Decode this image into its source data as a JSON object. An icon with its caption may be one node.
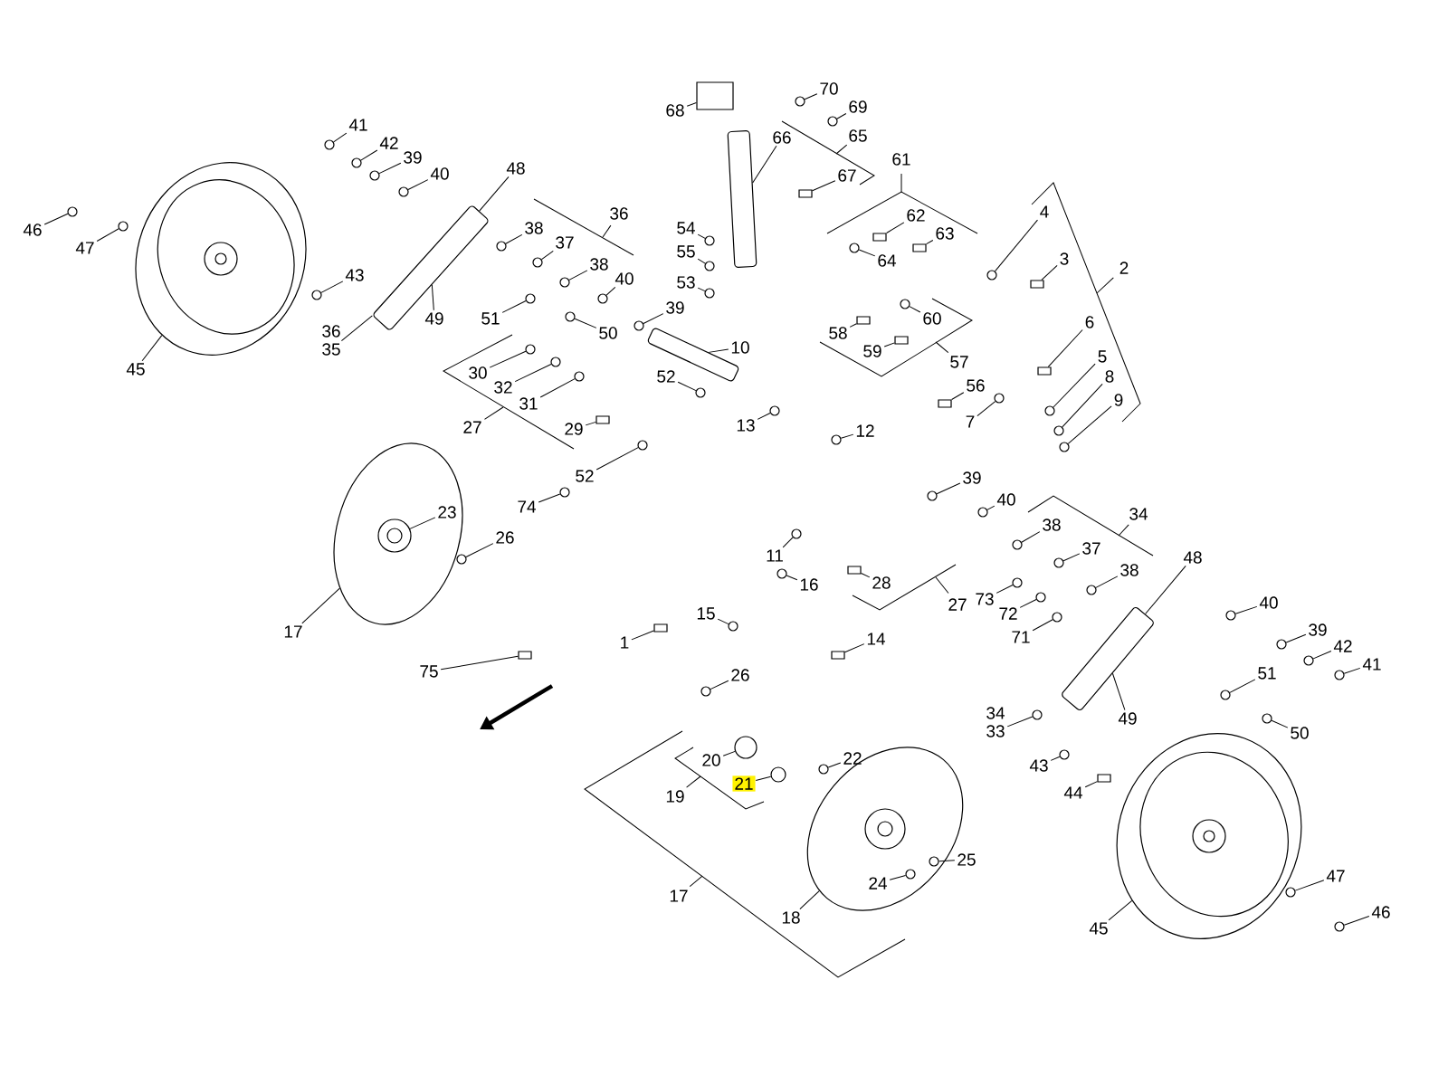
{
  "diagram": {
    "nodes": [
      {
        "text": [],
        "shape": "box"
      },
      {
        "text": [],
        "shape": "bar"
      },
      {
        "text": [],
        "shape": "bar"
      },
      {
        "text": [],
        "shape": "circle"
      },
      {
        "text": [],
        "shape": "circle"
      },
      {
        "text": [],
        "shape": "circle",
        "in": 4
      },
      {
        "text": [],
        "shape": "bar"
      },
      {
        "text": [],
        "shape": "bar"
      },
      {
        "text": [],
        "shape": "circle"
      },
      {
        "text": [],
        "shape": "circle"
      },
      {
        "text": [
          "70"
        ]
      },
      {
        "text": [
          "69"
        ]
      },
      {
        "text": [
          "68"
        ]
      },
      {
        "text": [
          "41"
        ]
      },
      {
        "text": [
          "66"
        ]
      },
      {
        "text": [
          "42"
        ]
      },
      {
        "text": [
          "39"
        ]
      },
      {
        "text": [
          "48"
        ]
      },
      {
        "text": [
          "40"
        ]
      },
      {
        "text": [
          "67"
        ]
      },
      {
        "text": [
          "4"
        ]
      },
      {
        "text": [
          "62"
        ]
      },
      {
        "text": [
          "54"
        ]
      },
      {
        "text": [
          "38"
        ]
      },
      {
        "text": [
          "46"
        ]
      },
      {
        "text": [
          "63"
        ]
      },
      {
        "text": [
          "37"
        ]
      },
      {
        "text": [
          "47"
        ]
      },
      {
        "text": [
          "55"
        ]
      },
      {
        "text": [
          "3"
        ]
      },
      {
        "text": [
          "64"
        ]
      },
      {
        "text": [
          "38"
        ]
      },
      {
        "text": [
          "43"
        ]
      },
      {
        "text": [
          "40"
        ]
      },
      {
        "text": [
          "53"
        ]
      },
      {
        "text": [
          "39"
        ]
      },
      {
        "text": [
          "60"
        ]
      },
      {
        "text": [
          "49"
        ]
      },
      {
        "text": [
          "51"
        ]
      },
      {
        "text": [
          "6"
        ]
      },
      {
        "text": [
          "35"
        ]
      },
      {
        "text": [
          "50"
        ]
      },
      {
        "text": [
          "58"
        ]
      },
      {
        "text": [
          "10"
        ]
      },
      {
        "text": [
          "59"
        ]
      },
      {
        "text": [
          "5"
        ]
      },
      {
        "text": [
          "45"
        ]
      },
      {
        "text": [
          "30"
        ]
      },
      {
        "text": [
          "52"
        ]
      },
      {
        "text": [
          "8"
        ]
      },
      {
        "text": [
          "56"
        ]
      },
      {
        "text": [
          "32"
        ]
      },
      {
        "text": [
          "9"
        ]
      },
      {
        "text": [
          "31"
        ]
      },
      {
        "text": [
          "7"
        ]
      },
      {
        "text": [
          "13"
        ]
      },
      {
        "text": [
          "29"
        ]
      },
      {
        "text": [
          "12"
        ]
      },
      {
        "text": [
          "52"
        ]
      },
      {
        "text": [
          "39"
        ]
      },
      {
        "text": [
          "40"
        ]
      },
      {
        "text": [
          "74"
        ]
      },
      {
        "text": [
          "23"
        ],
        "in": 4
      },
      {
        "text": [
          "38"
        ]
      },
      {
        "text": [
          "26"
        ]
      },
      {
        "text": [
          "37"
        ]
      },
      {
        "text": [
          "11"
        ]
      },
      {
        "text": [
          "48"
        ]
      },
      {
        "text": [
          "38"
        ]
      },
      {
        "text": [
          "28"
        ]
      },
      {
        "text": [
          "16"
        ]
      },
      {
        "text": [
          "73"
        ]
      },
      {
        "text": [
          "40"
        ]
      },
      {
        "text": [
          "15"
        ]
      },
      {
        "text": [
          "72"
        ]
      },
      {
        "text": [
          "39"
        ]
      },
      {
        "text": [
          "17"
        ]
      },
      {
        "text": [
          "71"
        ]
      },
      {
        "text": [
          "14"
        ]
      },
      {
        "text": [
          "1"
        ]
      },
      {
        "text": [
          "42"
        ]
      },
      {
        "text": [
          "41"
        ]
      },
      {
        "text": [
          "75"
        ]
      },
      {
        "text": [
          "51"
        ]
      },
      {
        "text": [
          "26"
        ]
      },
      {
        "text": [
          "49"
        ]
      },
      {
        "text": [
          "33"
        ]
      },
      {
        "text": [
          "50"
        ]
      },
      {
        "text": [
          "22"
        ]
      },
      {
        "text": [
          "20"
        ]
      },
      {
        "text": [
          "43"
        ]
      },
      {
        "text": [
          "21"
        ]
      },
      {
        "text": [
          "44"
        ]
      },
      {
        "text": [
          "25"
        ]
      },
      {
        "text": [
          "47"
        ]
      },
      {
        "text": [
          "24"
        ],
        "in": 8
      },
      {
        "text": [
          "46"
        ]
      },
      {
        "text": [
          "18"
        ]
      },
      {
        "text": [
          "45"
        ]
      },
      {
        "text": [],
        "shape": "circle"
      },
      {
        "text": [],
        "shape": "circle"
      },
      {
        "text": [],
        "shape": "circle"
      },
      {
        "text": [],
        "shape": "circle"
      },
      {
        "text": [],
        "shape": "circle"
      },
      {
        "text": [],
        "shape": "circle"
      },
      {
        "text": [],
        "shape": "box"
      },
      {
        "text": [],
        "shape": "circle"
      },
      {
        "text": [],
        "shape": "box"
      },
      {
        "text": [],
        "shape": "circle"
      },
      {
        "text": [],
        "shape": "circle"
      },
      {
        "text": [],
        "shape": "circle"
      },
      {
        "text": [],
        "shape": "box"
      },
      {
        "text": [],
        "shape": "circle"
      },
      {
        "text": [],
        "shape": "circle"
      },
      {
        "text": [],
        "shape": "circle"
      },
      {
        "text": [],
        "shape": "box"
      },
      {
        "text": [],
        "shape": "circle"
      },
      {
        "text": [],
        "shape": "circle"
      },
      {
        "text": [],
        "shape": "circle"
      },
      {
        "text": [],
        "shape": "circle"
      },
      {
        "text": [],
        "shape": "circle"
      },
      {
        "text": [],
        "shape": "circle"
      },
      {
        "text": [],
        "shape": "circle"
      },
      {
        "text": [],
        "shape": "circle"
      },
      {
        "text": [],
        "shape": "box"
      },
      {
        "text": [],
        "shape": "circle"
      },
      {
        "text": [],
        "shape": "box"
      },
      {
        "text": [],
        "shape": "box"
      },
      {
        "text": [],
        "shape": "circle"
      },
      {
        "text": [],
        "shape": "circle"
      },
      {
        "text": [],
        "shape": "circle"
      },
      {
        "text": [],
        "shape": "circle"
      },
      {
        "text": [],
        "shape": "box"
      },
      {
        "text": [],
        "shape": "circle"
      },
      {
        "text": [],
        "shape": "circle"
      },
      {
        "text": [],
        "shape": "circle"
      },
      {
        "text": [],
        "shape": "circle"
      },
      {
        "text": [],
        "shape": "circle"
      },
      {
        "text": [],
        "shape": "box"
      },
      {
        "text": [],
        "shape": "circle"
      },
      {
        "text": [],
        "shape": "circle"
      },
      {
        "text": [],
        "shape": "circle"
      },
      {
        "text": [],
        "shape": "circle"
      },
      {
        "text": [],
        "shape": "circle"
      },
      {
        "text": [],
        "shape": "circle"
      },
      {
        "text": [],
        "shape": "circle"
      },
      {
        "text": [],
        "shape": "circle"
      },
      {
        "text": [],
        "shape": "circle"
      },
      {
        "text": [],
        "shape": "circle"
      },
      {
        "text": [],
        "shape": "box"
      },
      {
        "text": [],
        "shape": "circle"
      },
      {
        "text": [],
        "shape": "circle"
      },
      {
        "text": [],
        "shape": "circle"
      },
      {
        "text": [],
        "shape": "circle"
      },
      {
        "text": [],
        "shape": "circle"
      },
      {
        "text": [],
        "shape": "circle"
      },
      {
        "text": [],
        "shape": "circle"
      },
      {
        "text": [],
        "shape": "box"
      },
      {
        "text": [],
        "shape": "box"
      },
      {
        "text": [],
        "shape": "circle"
      },
      {
        "text": [],
        "shape": "circle"
      },
      {
        "text": [],
        "shape": "box"
      },
      {
        "text": [],
        "shape": "circle"
      },
      {
        "text": [],
        "shape": "circle"
      },
      {
        "text": [],
        "shape": "circle"
      },
      {
        "text": [],
        "shape": "circle"
      },
      {
        "text": [],
        "shape": "circle"
      },
      {
        "text": [],
        "shape": "circle"
      },
      {
        "text": [],
        "shape": "circle"
      },
      {
        "text": [],
        "shape": "circle"
      },
      {
        "text": [],
        "shape": "box"
      },
      {
        "text": [],
        "shape": "circle",
        "in": 8
      },
      {
        "text": [],
        "shape": "circle"
      },
      {
        "text": [],
        "shape": "circle",
        "in": 8
      },
      {
        "text": [],
        "shape": "circle"
      }
    ],
    "edges": [
      {
        "from": 10,
        "to": 99,
        "arrow": "none"
      },
      {
        "from": 11,
        "to": 100,
        "arrow": "none"
      },
      {
        "from": 12,
        "to": 0,
        "arrow": "none"
      },
      {
        "from": 13,
        "to": 101,
        "arrow": "none"
      },
      {
        "from": 14,
        "to": 1,
        "arrow": "none"
      },
      {
        "from": 15,
        "to": 102,
        "arrow": "none"
      },
      {
        "from": 16,
        "to": 103,
        "arrow": "none"
      },
      {
        "from": 17,
        "to": 2,
        "arrow": "none"
      },
      {
        "from": 18,
        "to": 104,
        "arrow": "none"
      },
      {
        "from": 19,
        "to": 105,
        "arrow": "none"
      },
      {
        "from": 20,
        "to": 106,
        "arrow": "none"
      },
      {
        "from": 21,
        "to": 107,
        "arrow": "none"
      },
      {
        "from": 22,
        "to": 108,
        "arrow": "none"
      },
      {
        "from": 23,
        "to": 109,
        "arrow": "none"
      },
      {
        "from": 24,
        "to": 110,
        "arrow": "none"
      },
      {
        "from": 25,
        "to": 111,
        "arrow": "none"
      },
      {
        "from": 26,
        "to": 112,
        "arrow": "none"
      },
      {
        "from": 27,
        "to": 113,
        "arrow": "none"
      },
      {
        "from": 28,
        "to": 114,
        "arrow": "none"
      },
      {
        "from": 29,
        "to": 115,
        "arrow": "none"
      },
      {
        "from": 30,
        "to": 116,
        "arrow": "none"
      },
      {
        "from": 31,
        "to": 117,
        "arrow": "none"
      },
      {
        "from": 32,
        "to": 118,
        "arrow": "none"
      },
      {
        "from": 33,
        "to": 119,
        "arrow": "none"
      },
      {
        "from": 34,
        "to": 120,
        "arrow": "none"
      },
      {
        "from": 35,
        "to": 121,
        "arrow": "none"
      },
      {
        "from": 36,
        "to": 122,
        "arrow": "none"
      },
      {
        "from": 37,
        "to": 2,
        "arrow": "none"
      },
      {
        "from": 38,
        "to": 123,
        "arrow": "none"
      },
      {
        "from": 39,
        "to": 124,
        "arrow": "none"
      },
      {
        "from": 40,
        "to": 2,
        "arrow": "none"
      },
      {
        "from": 41,
        "to": 125,
        "arrow": "none"
      },
      {
        "from": 42,
        "to": 126,
        "arrow": "none"
      },
      {
        "from": 43,
        "to": 6,
        "arrow": "none"
      },
      {
        "from": 44,
        "to": 127,
        "arrow": "none"
      },
      {
        "from": 45,
        "to": 128,
        "arrow": "none"
      },
      {
        "from": 46,
        "to": 3,
        "arrow": "none"
      },
      {
        "from": 47,
        "to": 129,
        "arrow": "none"
      },
      {
        "from": 48,
        "to": 130,
        "arrow": "none"
      },
      {
        "from": 49,
        "to": 131,
        "arrow": "none"
      },
      {
        "from": 50,
        "to": 132,
        "arrow": "none"
      },
      {
        "from": 51,
        "to": 133,
        "arrow": "none"
      },
      {
        "from": 52,
        "to": 134,
        "arrow": "none"
      },
      {
        "from": 53,
        "to": 135,
        "arrow": "none"
      },
      {
        "from": 54,
        "to": 136,
        "arrow": "none"
      },
      {
        "from": 55,
        "to": 137,
        "arrow": "none"
      },
      {
        "from": 56,
        "to": 138,
        "arrow": "none"
      },
      {
        "from": 57,
        "to": 139,
        "arrow": "none"
      },
      {
        "from": 58,
        "to": 140,
        "arrow": "none"
      },
      {
        "from": 59,
        "to": 141,
        "arrow": "none"
      },
      {
        "from": 60,
        "to": 142,
        "arrow": "none"
      },
      {
        "from": 61,
        "to": 143,
        "arrow": "none"
      },
      {
        "from": 62,
        "to": 5,
        "arrow": "none"
      },
      {
        "from": 63,
        "to": 144,
        "arrow": "none"
      },
      {
        "from": 64,
        "to": 145,
        "arrow": "none"
      },
      {
        "from": 65,
        "to": 146,
        "arrow": "none"
      },
      {
        "from": 66,
        "to": 147,
        "arrow": "none"
      },
      {
        "from": 67,
        "to": 7,
        "arrow": "none"
      },
      {
        "from": 68,
        "to": 148,
        "arrow": "none"
      },
      {
        "from": 69,
        "to": 149,
        "arrow": "none"
      },
      {
        "from": 70,
        "to": 150,
        "arrow": "none"
      },
      {
        "from": 71,
        "to": 151,
        "arrow": "none"
      },
      {
        "from": 72,
        "to": 152,
        "arrow": "none"
      },
      {
        "from": 73,
        "to": 153,
        "arrow": "none"
      },
      {
        "from": 74,
        "to": 154,
        "arrow": "none"
      },
      {
        "from": 75,
        "to": 155,
        "arrow": "none"
      },
      {
        "from": 76,
        "to": 4,
        "arrow": "none"
      },
      {
        "from": 77,
        "to": 156,
        "arrow": "none"
      },
      {
        "from": 78,
        "to": 157,
        "arrow": "none"
      },
      {
        "from": 79,
        "to": 158,
        "arrow": "none"
      },
      {
        "from": 80,
        "to": 159,
        "arrow": "none"
      },
      {
        "from": 81,
        "to": 160,
        "arrow": "none"
      },
      {
        "from": 82,
        "to": 161,
        "arrow": "none"
      },
      {
        "from": 83,
        "to": 162,
        "arrow": "none"
      },
      {
        "from": 84,
        "to": 163,
        "arrow": "none"
      },
      {
        "from": 85,
        "to": 7,
        "arrow": "none"
      },
      {
        "from": 86,
        "to": 164,
        "arrow": "none"
      },
      {
        "from": 87,
        "to": 165,
        "arrow": "none"
      },
      {
        "from": 88,
        "to": 166,
        "arrow": "none"
      },
      {
        "from": 89,
        "to": 167,
        "arrow": "none"
      },
      {
        "from": 90,
        "to": 168,
        "arrow": "none"
      },
      {
        "from": 91,
        "to": 169,
        "arrow": "none"
      },
      {
        "from": 92,
        "to": 170,
        "arrow": "none"
      },
      {
        "from": 93,
        "to": 171,
        "arrow": "none"
      },
      {
        "from": 94,
        "to": 172,
        "arrow": "none"
      },
      {
        "from": 95,
        "to": 173,
        "arrow": "none"
      },
      {
        "from": 96,
        "to": 174,
        "arrow": "none"
      },
      {
        "from": 97,
        "to": 8,
        "arrow": "none"
      },
      {
        "from": 98,
        "to": 9,
        "arrow": "none"
      }
    ],
    "labels": [
      "65",
      "61",
      "36",
      "2",
      "36",
      "57",
      "27",
      "34",
      "27",
      "34",
      "19",
      "17"
    ]
  }
}
